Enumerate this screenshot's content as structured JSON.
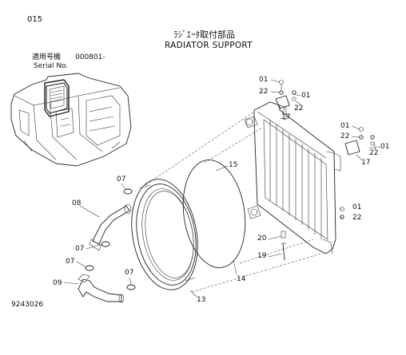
{
  "page_no": "015",
  "title_jp": "ﾗｼﾞｴｰﾀ取付部品",
  "title_en": "RADIATOR SUPPORT",
  "serial": {
    "label_jp": "適用号機",
    "label_en": "Serial No.",
    "value": "000801-"
  },
  "drawing_no": "9243026",
  "callouts": {
    "c01a": "01",
    "c22a": "22",
    "c22b": "22",
    "c01b": "01",
    "c17a": "17",
    "c01c": "01",
    "c22c": "22",
    "c22d": "22",
    "c01d": "01",
    "c17b": "17",
    "c15": "15",
    "c07a": "07",
    "c08": "08",
    "c07b": "07",
    "c07c": "07",
    "c09": "09",
    "c07d": "07",
    "c13": "13",
    "c14": "14",
    "c01e": "01",
    "c22e": "22",
    "c20": "20",
    "c19": "19"
  }
}
